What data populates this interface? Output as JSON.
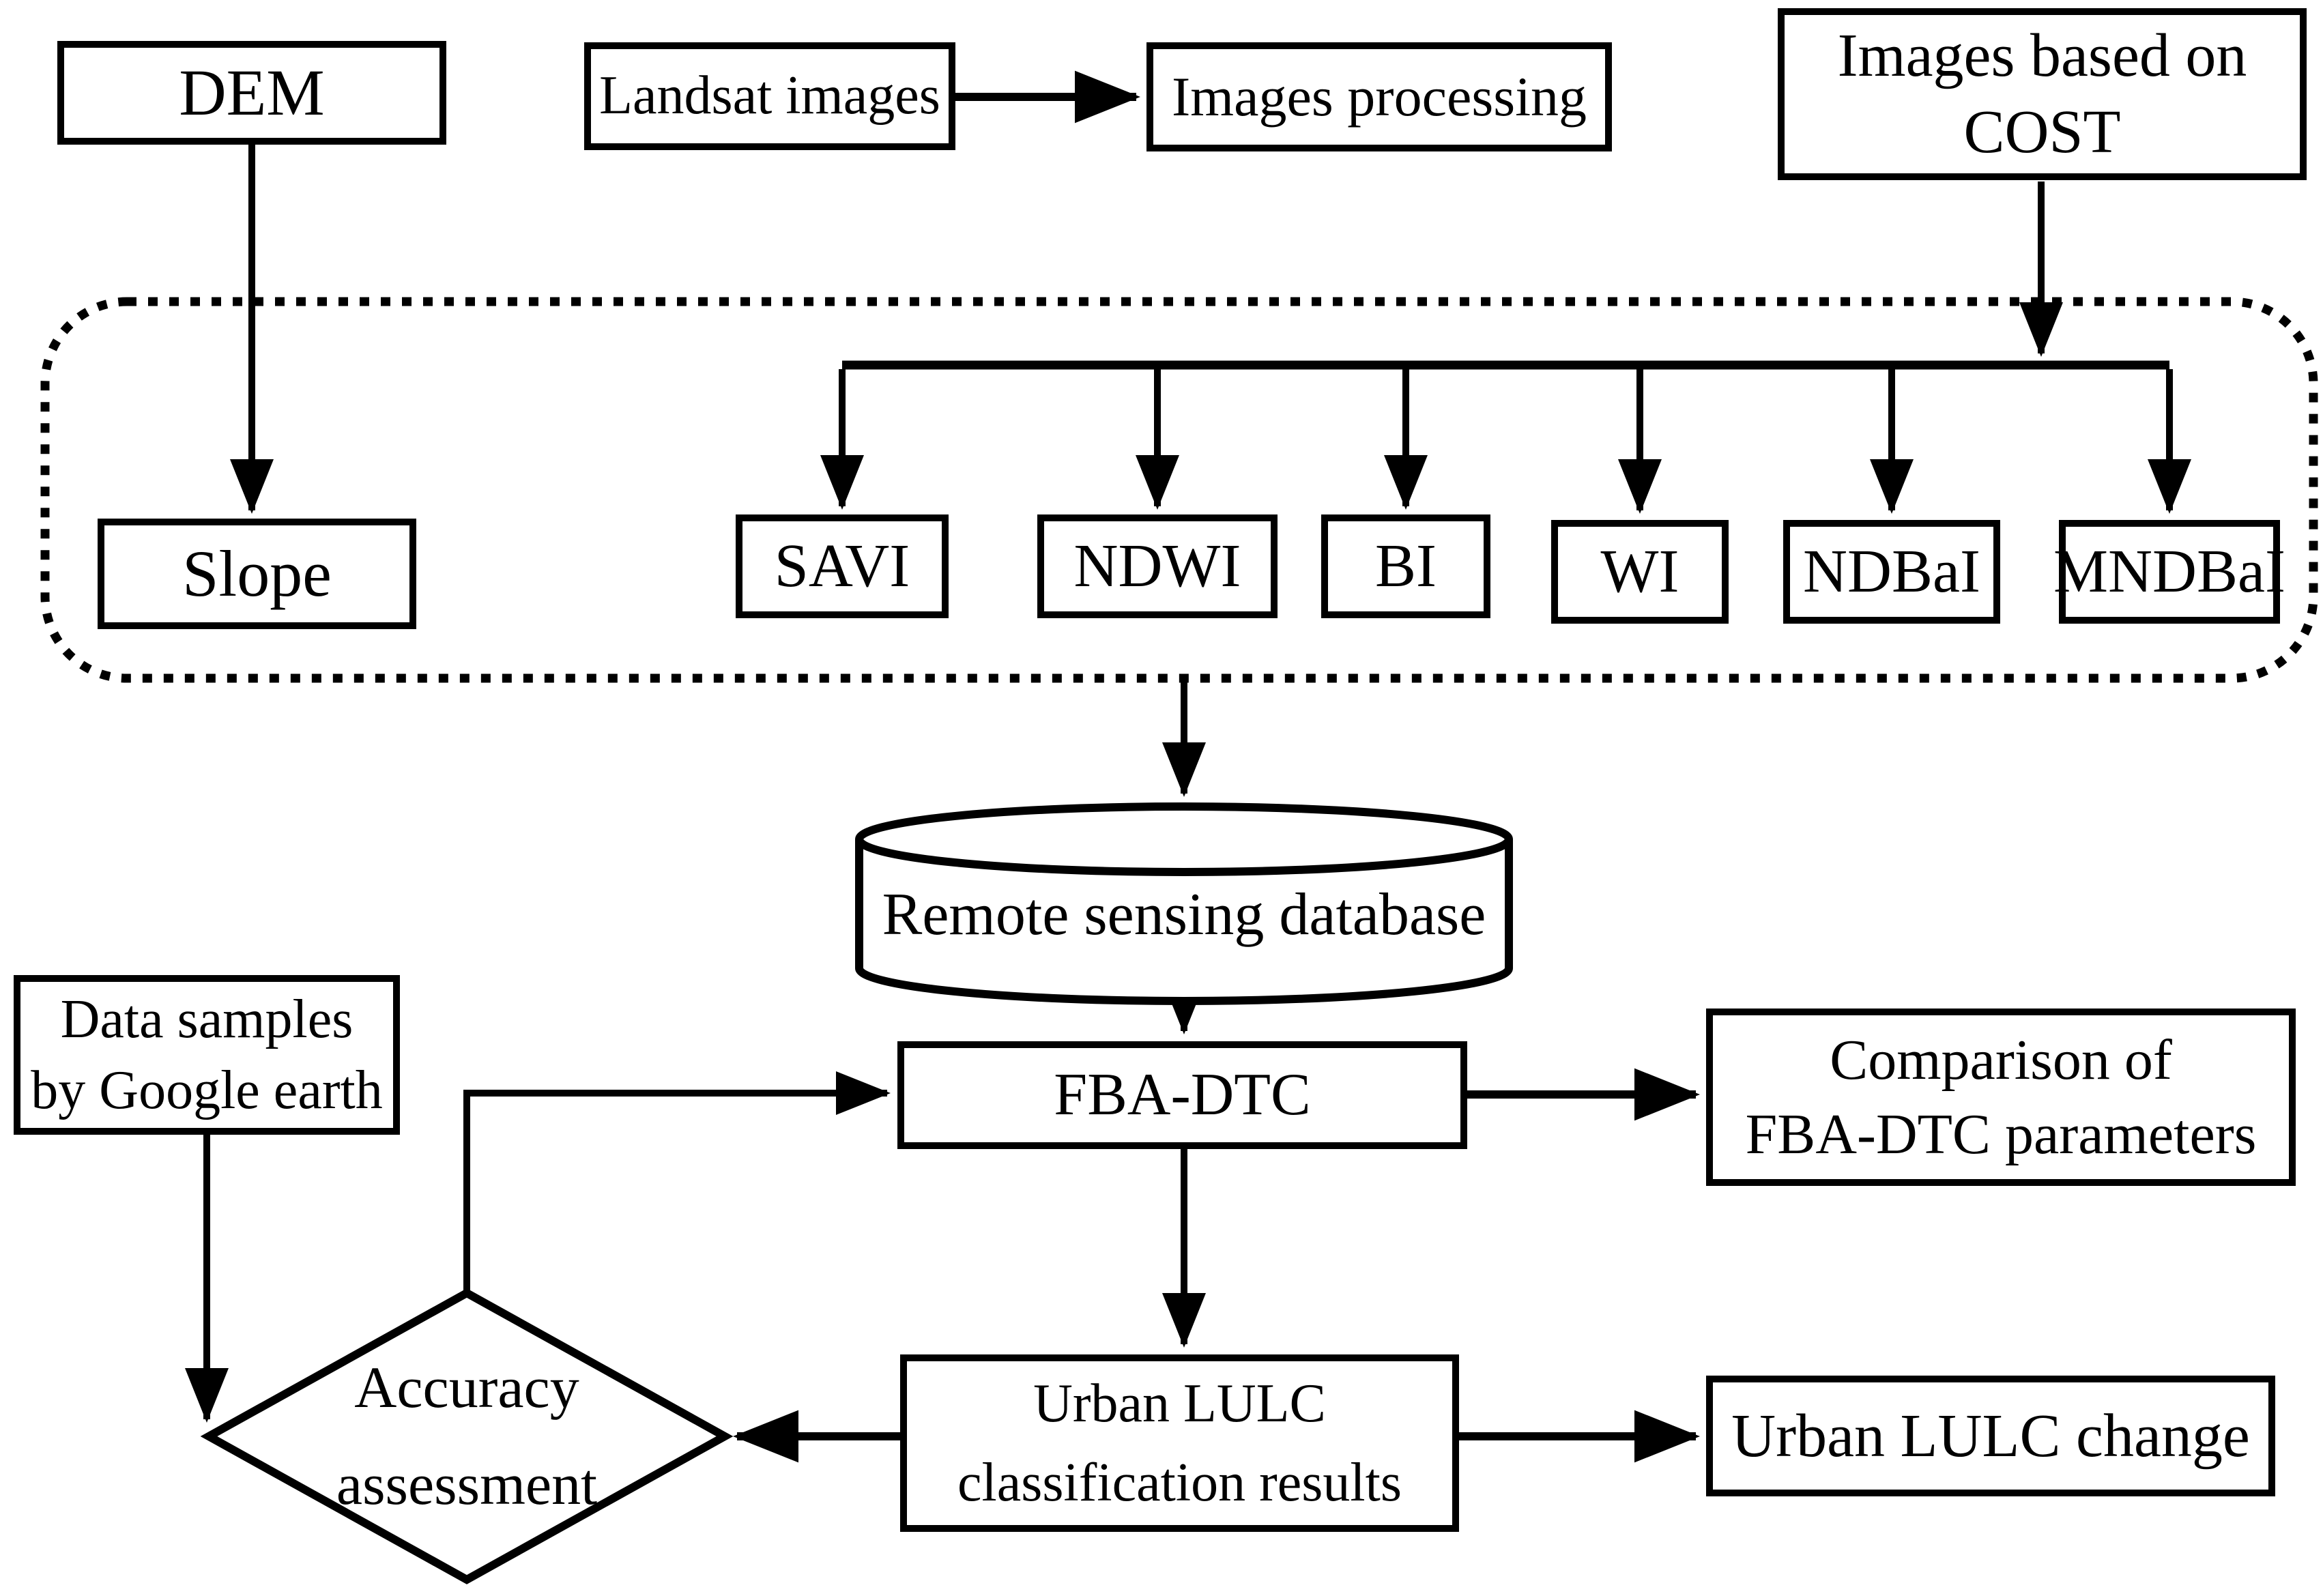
{
  "colors": {
    "ink": "#000000",
    "paper": "#ffffff"
  },
  "nodes": {
    "dem": {
      "label": "DEM"
    },
    "landsat": {
      "label": "Landsat images"
    },
    "processing": {
      "label": "Images processing"
    },
    "cost": {
      "lines": [
        "Images based on",
        "COST"
      ]
    },
    "slope": {
      "label": "Slope"
    },
    "savi": {
      "label": "SAVI"
    },
    "ndwi": {
      "label": "NDWI"
    },
    "bi": {
      "label": "BI"
    },
    "wi": {
      "label": "WI"
    },
    "ndbai": {
      "label": "NDBaI"
    },
    "mndbai": {
      "label": "MNDBaI"
    },
    "database": {
      "label": "Remote sensing database"
    },
    "fba": {
      "label": "FBA-DTC"
    },
    "comparison": {
      "lines": [
        "Comparison of",
        "FBA-DTC parameters"
      ]
    },
    "data_samples": {
      "lines": [
        "Data samples",
        "by Google earth"
      ]
    },
    "accuracy": {
      "lines": [
        "Accuracy",
        "assessment"
      ]
    },
    "urban_results": {
      "lines": [
        "Urban LULC",
        "classification results"
      ]
    },
    "urban_change": {
      "label": "Urban LULC change"
    }
  },
  "edges": [
    {
      "from": "dem",
      "to": "slope"
    },
    {
      "from": "landsat",
      "to": "processing"
    },
    {
      "from": "cost",
      "to": "indices-distribution-line"
    },
    {
      "from": "indices-distribution-line",
      "to": "savi"
    },
    {
      "from": "indices-distribution-line",
      "to": "ndwi"
    },
    {
      "from": "indices-distribution-line",
      "to": "bi"
    },
    {
      "from": "indices-distribution-line",
      "to": "wi"
    },
    {
      "from": "indices-distribution-line",
      "to": "ndbai"
    },
    {
      "from": "indices-distribution-line",
      "to": "mndbai"
    },
    {
      "from": "indices-group",
      "to": "database"
    },
    {
      "from": "database",
      "to": "fba"
    },
    {
      "from": "fba",
      "to": "comparison"
    },
    {
      "from": "fba",
      "to": "urban_results"
    },
    {
      "from": "urban_results",
      "to": "urban_change"
    },
    {
      "from": "urban_results",
      "to": "accuracy"
    },
    {
      "from": "data_samples",
      "to": "accuracy"
    },
    {
      "from": "accuracy",
      "to": "fba"
    }
  ]
}
